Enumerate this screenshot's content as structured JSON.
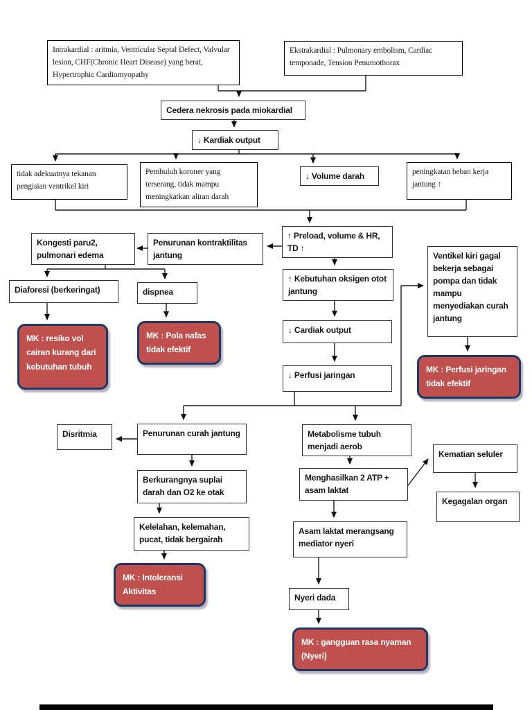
{
  "colors": {
    "mk_fill": "#c0504d",
    "mk_border": "#1f3864",
    "mk_text": "#fdfdfd",
    "line": "#1a1a1a"
  },
  "nodes": {
    "intrakardial": "Intrakardial : aritmia, Ventricular Septal Defect, Valvular lesion, CHF(Chronic Heart Disease) yang berat, Hypertrophic Cardiomyopathy",
    "ekstrakardial": "Ekstrakardial : Pulmonary embolism, Cardiac temponade, Tension Penumothorax",
    "cedera_nekrosis": "Cedera nekrosis pada miokardial",
    "kardiak_output": "↓ Kardiak output",
    "tidak_adekuatnya": "tidak adekuatnya tekanan pengisian ventrikel kiri",
    "pembuluh_koroner": "Pembuluh koroner yang terserang, tidak mampu meningkatkan aliran darah",
    "volume_darah": "↓ Volume darah",
    "peningkatan_beban": "peningkatan beban kerja jantung ↑",
    "preload": "↑ Preload, volume & HR, TD ↑",
    "penurunan_kontraktilitas": "Penurunan kontraktilitas jantung",
    "kongesti_paru": "Kongesti paru2, pulmonari edema",
    "diaforesi": "Diaforesi (berkeringat)",
    "dispnea": "dispnea",
    "mk_resiko_cairan": "MK : resiko vol cairan kurang dari kebutuhan tubuh",
    "mk_pola_nafas": "MK : Pola nafas tidak efektif",
    "kebutuhan_oksigen": "↑ Kebutuhan oksigen otot jantung",
    "cardiak_output2": "↓ Cardiak output",
    "perfusi_jaringan": "↓ Perfusi jaringan",
    "ventikel_kiri": "Ventikel kiri gagal bekerja sebagai pompa dan tidak mampu menyediakan curah jantung",
    "mk_perfusi": "MK : Perfusi jaringan tidak efektif",
    "disritmia": "Disritmia",
    "penurunan_curah": "Penurunan curah jantung",
    "metabolisme": "Metabolisme tubuh menjadi aerob",
    "berkurangnya_suplai": "Berkurangnya suplai darah dan O2 ke otak",
    "kelelahan": "Kelelahan, kelemahan, pucat, tidak bergairah",
    "mk_intoleransi": "MK : Intoleransi Aktivitas",
    "menghasilkan_atp": "Menghasilkan 2 ATP + asam laktat",
    "kematian_seluler": "Kematian seluler",
    "kegagalan_organ": "Kegagalan organ",
    "asam_laktat": "Asam laktat merangsang mediator nyeri",
    "nyeri_dada": "Nyeri dada",
    "mk_gangguan_nyaman": "MK : gangguan rasa nyaman (Nyeri)"
  },
  "edges": [
    {
      "from": "intrakardial",
      "to": "cedera_nekrosis"
    },
    {
      "from": "ekstrakardial",
      "to": "cedera_nekrosis"
    },
    {
      "from": "cedera_nekrosis",
      "to": "kardiak_output"
    },
    {
      "from": "kardiak_output",
      "to": "tidak_adekuatnya"
    },
    {
      "from": "kardiak_output",
      "to": "pembuluh_koroner"
    },
    {
      "from": "kardiak_output",
      "to": "volume_darah"
    },
    {
      "from": "kardiak_output",
      "to": "peningkatan_beban"
    },
    {
      "from": "tidak_adekuatnya",
      "to": "preload"
    },
    {
      "from": "peningkatan_beban",
      "to": "preload"
    },
    {
      "from": "preload",
      "to": "penurunan_kontraktilitas"
    },
    {
      "from": "penurunan_kontraktilitas",
      "to": "kongesti_paru"
    },
    {
      "from": "kongesti_paru",
      "to": "diaforesi"
    },
    {
      "from": "kongesti_paru",
      "to": "dispnea"
    },
    {
      "from": "diaforesi",
      "to": "mk_resiko_cairan"
    },
    {
      "from": "dispnea",
      "to": "mk_pola_nafas"
    },
    {
      "from": "preload",
      "to": "kebutuhan_oksigen"
    },
    {
      "from": "kebutuhan_oksigen",
      "to": "cardiak_output2"
    },
    {
      "from": "cardiak_output2",
      "to": "perfusi_jaringan"
    },
    {
      "from": "perfusi_jaringan",
      "to": "ventikel_kiri"
    },
    {
      "from": "ventikel_kiri",
      "to": "mk_perfusi"
    },
    {
      "from": "perfusi_jaringan",
      "to": "penurunan_curah"
    },
    {
      "from": "perfusi_jaringan",
      "to": "metabolisme"
    },
    {
      "from": "penurunan_curah",
      "to": "disritmia"
    },
    {
      "from": "penurunan_curah",
      "to": "berkurangnya_suplai"
    },
    {
      "from": "berkurangnya_suplai",
      "to": "kelelahan"
    },
    {
      "from": "kelelahan",
      "to": "mk_intoleransi"
    },
    {
      "from": "metabolisme",
      "to": "menghasilkan_atp"
    },
    {
      "from": "menghasilkan_atp",
      "to": "kematian_seluler"
    },
    {
      "from": "kematian_seluler",
      "to": "kegagalan_organ"
    },
    {
      "from": "menghasilkan_atp",
      "to": "asam_laktat"
    },
    {
      "from": "asam_laktat",
      "to": "nyeri_dada"
    },
    {
      "from": "nyeri_dada",
      "to": "mk_gangguan_nyaman"
    }
  ]
}
